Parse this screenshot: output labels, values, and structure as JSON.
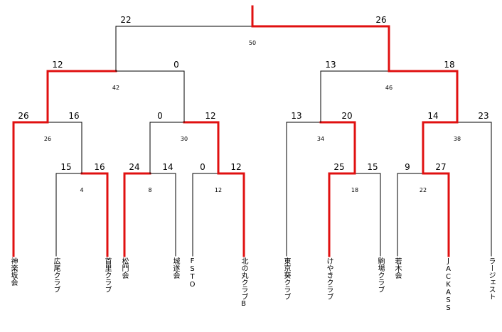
{
  "colors": {
    "win": "#e01010",
    "line": "#000000"
  },
  "teams": [
    "神楽坂会",
    "広尾クラブ",
    "首里クラブ",
    "松門会",
    "城遂会",
    "FSTO",
    "北の丸クラブB",
    "東京葵クラブ",
    "けやきクラブ",
    "駒場クラブ",
    "若木会",
    "JACKASS",
    "ラージェスト"
  ],
  "matches": {
    "m4": {
      "number": "4",
      "left_score": "15",
      "right_score": "16",
      "winner": "right"
    },
    "m8": {
      "number": "8",
      "left_score": "24",
      "right_score": "14",
      "winner": "left"
    },
    "m12": {
      "number": "12",
      "left_score": "0",
      "right_score": "12",
      "winner": "right"
    },
    "m18": {
      "number": "18",
      "left_score": "25",
      "right_score": "15",
      "winner": "left"
    },
    "m22": {
      "number": "22",
      "left_score": "9",
      "right_score": "27",
      "winner": "right"
    },
    "m26": {
      "number": "26",
      "left_score": "26",
      "right_score": "16",
      "winner": "left"
    },
    "m30": {
      "number": "30",
      "left_score": "0",
      "right_score": "12",
      "winner": "right"
    },
    "m34": {
      "number": "34",
      "left_score": "13",
      "right_score": "20",
      "winner": "right"
    },
    "m38": {
      "number": "38",
      "left_score": "14",
      "right_score": "23",
      "winner": "left"
    },
    "m42": {
      "number": "42",
      "left_score": "12",
      "right_score": "0",
      "winner": "left"
    },
    "m46": {
      "number": "46",
      "left_score": "13",
      "right_score": "18",
      "winner": "right"
    },
    "m50": {
      "number": "50",
      "left_score": "22",
      "right_score": "26",
      "winner": "right"
    }
  }
}
